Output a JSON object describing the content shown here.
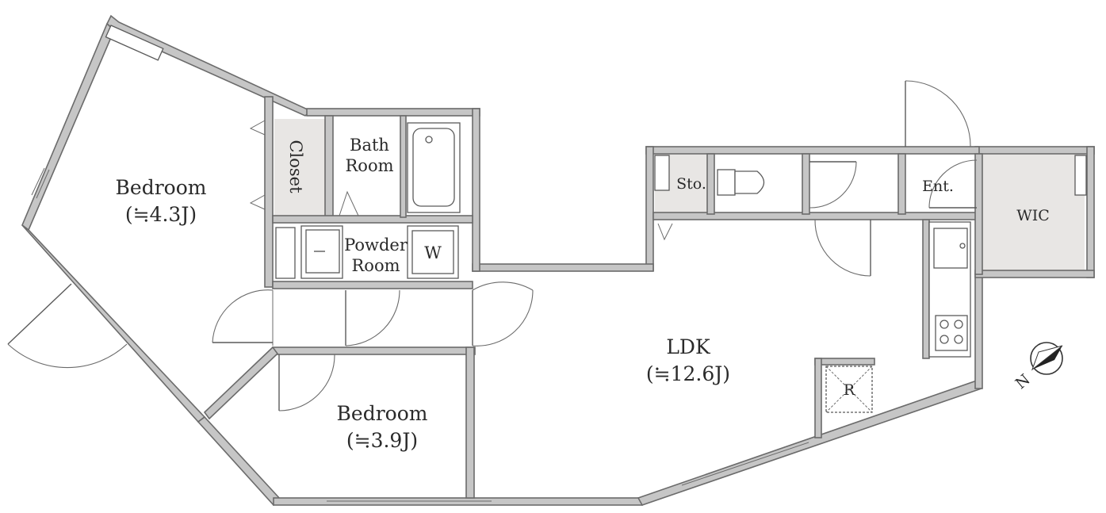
{
  "rooms": {
    "bedroom_a": {
      "name": "Bedroom",
      "size": "(≒4.3J)"
    },
    "bedroom_b": {
      "name": "Bedroom",
      "size": "(≒3.9J)"
    },
    "ldk": {
      "name": "LDK",
      "size": "(≒12.6J)"
    },
    "closet": {
      "name": "Closet"
    },
    "bath": {
      "line1": "Bath",
      "line2": "Room"
    },
    "powder": {
      "line1": "Powder",
      "line2": "Room"
    },
    "washer": {
      "name": "W"
    },
    "storage": {
      "name": "Sto."
    },
    "entrance": {
      "name": "Ent."
    },
    "wic": {
      "name": "WIC"
    },
    "fridge": {
      "name": "R"
    }
  },
  "compass": {
    "letter": "N"
  },
  "colors": {
    "wall": "#c6c6c6",
    "storage_fill": "#e8e6e4",
    "line": "#5a5a5a"
  }
}
